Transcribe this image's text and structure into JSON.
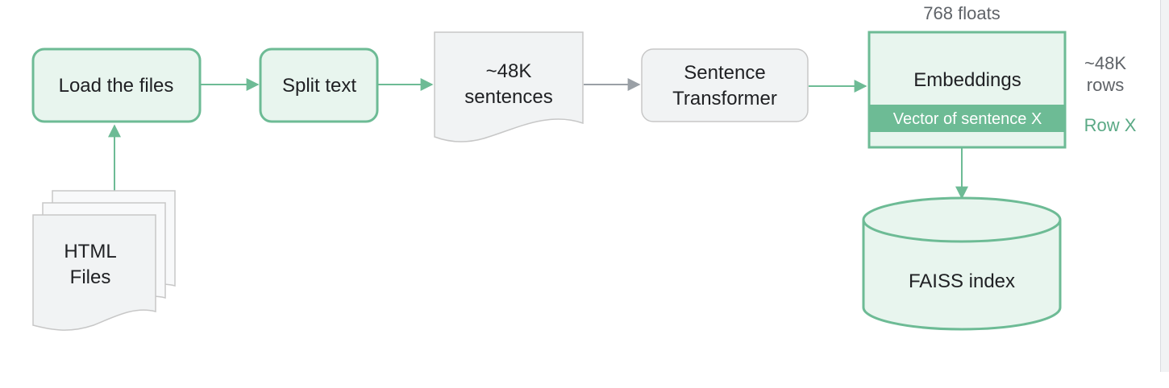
{
  "nodes": {
    "load_files": "Load the files",
    "split_text": "Split text",
    "sentences_doc": [
      "~48K",
      "sentences"
    ],
    "sentence_transformer": [
      "Sentence",
      "Transformer"
    ],
    "html_files": [
      "HTML",
      "Files"
    ],
    "embeddings": "Embeddings",
    "vector_row": "Vector of sentence X",
    "faiss_index": "FAISS index"
  },
  "annotations": {
    "floats": "768 floats",
    "rows": [
      "~48K",
      "rows"
    ],
    "row_x": "Row X"
  },
  "colors": {
    "green_stroke": "#6dbb95",
    "green_fill": "#e8f5ee",
    "green_band": "#6dbb95",
    "gray_stroke": "#c7c7c7",
    "gray_fill": "#f1f3f4",
    "arrow": "#6dbb95"
  }
}
